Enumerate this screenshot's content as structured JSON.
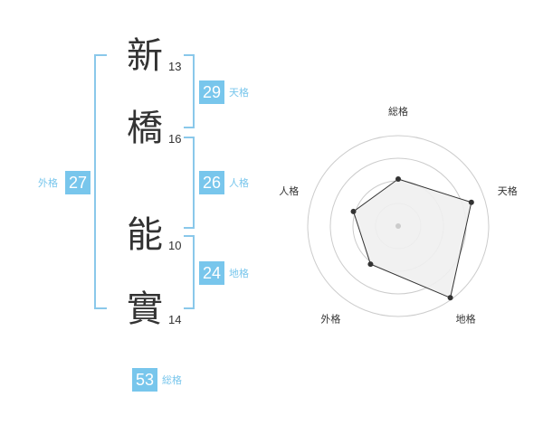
{
  "name": {
    "chars": [
      {
        "char": "新",
        "strokes": "13"
      },
      {
        "char": "橋",
        "strokes": "16"
      },
      {
        "char": "能",
        "strokes": "10"
      },
      {
        "char": "實",
        "strokes": "14"
      }
    ]
  },
  "fortunes": {
    "ten": {
      "value": "29",
      "label": "天格"
    },
    "jin": {
      "value": "26",
      "label": "人格"
    },
    "chi": {
      "value": "24",
      "label": "地格"
    },
    "gai": {
      "value": "27",
      "label": "外格"
    },
    "sou": {
      "value": "53",
      "label": "総格"
    }
  },
  "chart_data": {
    "type": "radar",
    "axes": [
      "総格",
      "天格",
      "地格",
      "外格",
      "人格"
    ],
    "values": [
      0.52,
      0.85,
      0.98,
      0.52,
      0.52
    ],
    "rings": 4,
    "colors": {
      "fill": "#f0f0f0",
      "stroke": "#333333",
      "ring": "#cccccc"
    }
  }
}
